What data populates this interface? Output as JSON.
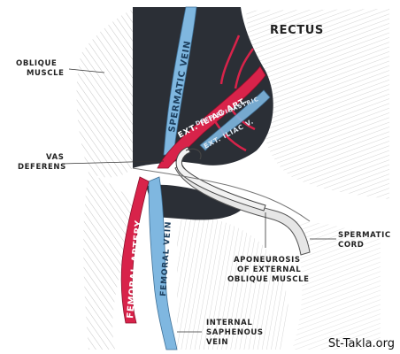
{
  "figure": {
    "labels": {
      "rectus": "RECTUS",
      "oblique_muscle": [
        "OBLIQUE",
        "MUSCLE"
      ],
      "vas_deferens": [
        "VAS",
        "DEFERENS"
      ],
      "spermatic_cord": [
        "SPERMATIC",
        "CORD"
      ],
      "aponeurosis": [
        "APONEUROSIS",
        "OF EXTERNAL",
        "OBLIQUE MUSCLE"
      ],
      "internal_saphenous_vein": [
        "INTERNAL",
        "SAPHENOUS",
        "VEIN"
      ]
    },
    "vessel_labels": {
      "spermatic_vein": "SPERMATIC VEIN",
      "ext_iliac_art": "EXT. ILIAC ART.",
      "ext_iliac_v": "EXT. ILIAC V.",
      "deep_epigastric": "DEEP EPIGASTRIC",
      "femoral_artery": "FEMORAL ARTERY",
      "femoral_vein": "FEMORAL VEIN"
    },
    "watermark": "St-Takla.org"
  },
  "colors": {
    "artery": "#d8234a",
    "vein": "#7fb7e0",
    "dark_region": "#2b2f36",
    "muscle_line": "#9a9a9a",
    "cord": "#e6e6e6"
  }
}
